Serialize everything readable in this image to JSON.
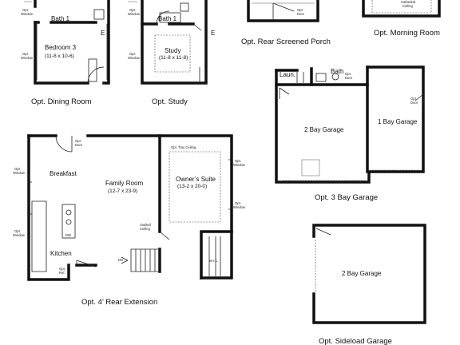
{
  "captions": {
    "dining": "Opt. Dining Room",
    "study": "Opt. Study",
    "porch": "Opt. Rear Screened Porch",
    "morning": "Opt. Morning Room",
    "garage3": "Opt. 3 Bay Garage",
    "extension": "Opt. 4’ Rear Extension",
    "sideload": "Opt. Sideload Garage"
  },
  "rooms": {
    "bath1_dining": "Bath 1",
    "bedroom3": "Bedroom 3",
    "bedroom3_dim": "(11-8 x 10-6)",
    "bath1_study": "Bath 1",
    "study": "Study",
    "study_dim": "(11-8 x 11-8)",
    "laun": "Laun.",
    "bath": "Bath",
    "bay2": "2 Bay Garage",
    "bay1": "1 Bay Garage",
    "breakfast": "Breakfast",
    "family": "Family Room",
    "family_dim": "(12-7 x 23-9)",
    "owners": "Owner’s Suite",
    "owners_dim": "(13-2 x 20-0)",
    "kitchen": "Kitchen",
    "bay2_side": "2 Bay Garage"
  },
  "notes": {
    "opt_window": [
      "Opt.",
      "Window"
    ],
    "opt_door": [
      "Opt.",
      "Door"
    ],
    "cathedral": [
      "Cathedral",
      "Ceiling"
    ],
    "tray": "Opt. Tray Ceiling",
    "vaulted": [
      "Vaulted",
      "Ceiling"
    ],
    "dw": "DW",
    "opt_ref": [
      "Opt.",
      "Ref."
    ],
    "wic": "W.I.C.",
    "dn": "DN",
    "e": "E"
  }
}
